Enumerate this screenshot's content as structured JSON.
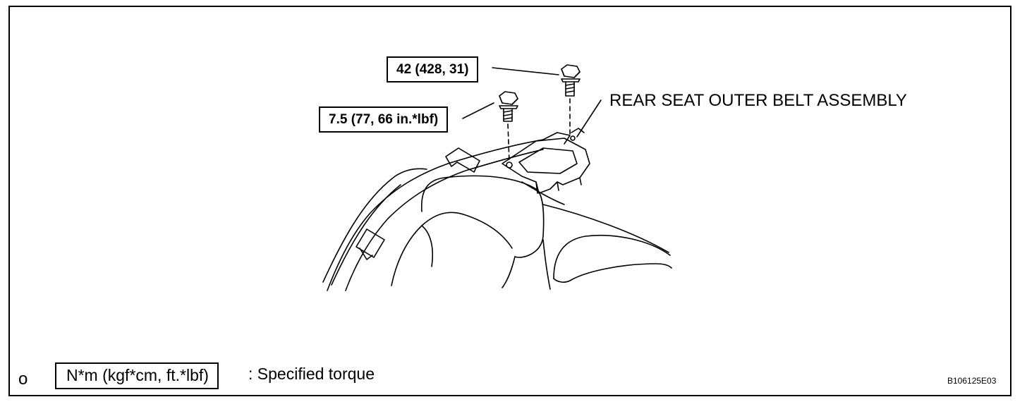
{
  "callouts": {
    "upper_bolt_torque": "42 (428, 31)",
    "lower_bolt_torque": "7.5 (77, 66 in.*lbf)"
  },
  "part_label": "REAR SEAT OUTER BELT ASSEMBLY",
  "legend": {
    "marker": "o",
    "box_text": "N*m (kgf*cm, ft.*lbf)",
    "description": ": Specified torque"
  },
  "figure_code": "B106125E03"
}
